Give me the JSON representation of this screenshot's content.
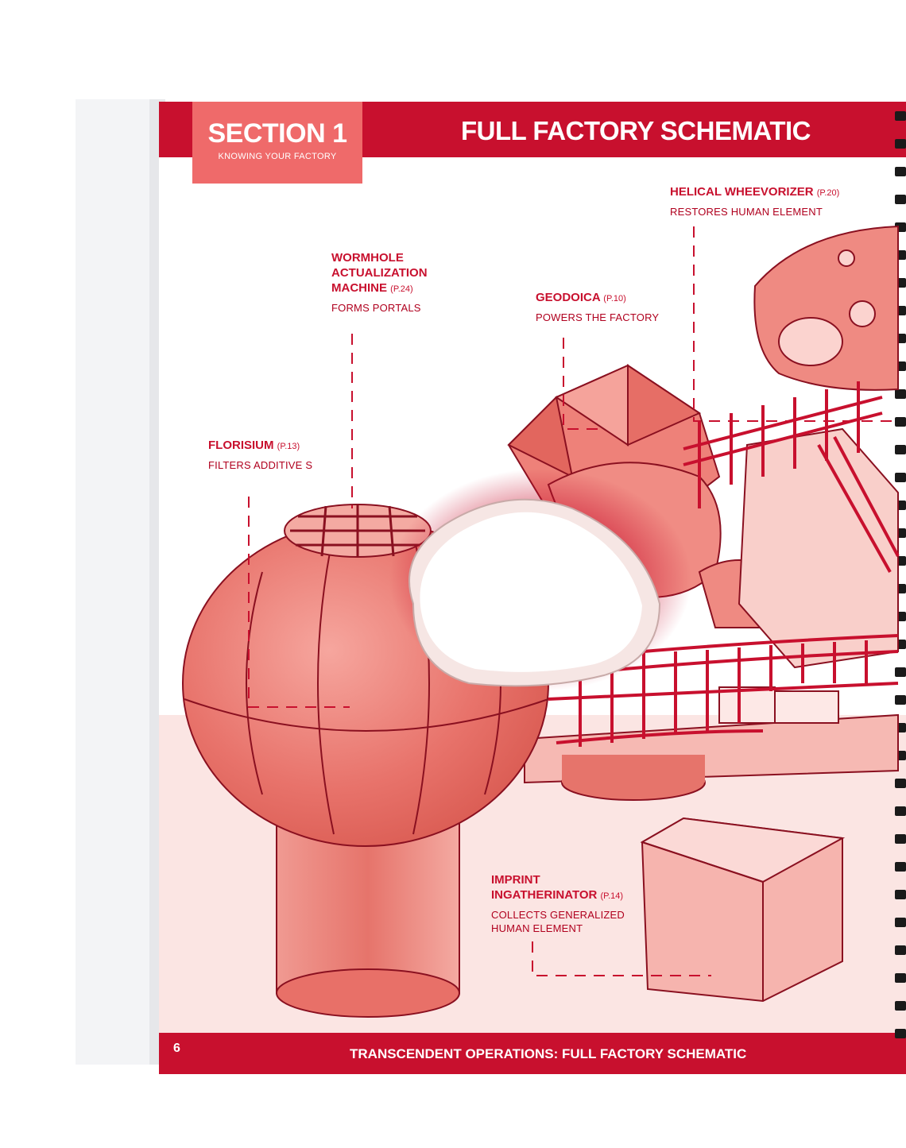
{
  "header": {
    "section_title": "SECTION 1",
    "section_subtitle": "KNOWING YOUR FACTORY",
    "page_title": "FULL FACTORY SCHEMATIC"
  },
  "footer": {
    "page_number": "6",
    "running_title": "TRANSCENDENT OPERATIONS: FULL FACTORY SCHEMATIC"
  },
  "callouts": [
    {
      "title_lines": [
        "HELICAL WHEEVORIZER"
      ],
      "page_ref": "(P.20)",
      "description_lines": [
        "RESTORES HUMAN ELEMENT"
      ]
    },
    {
      "title_lines": [
        "WORMHOLE",
        "ACTUALIZATION",
        "MACHINE"
      ],
      "page_ref": "(P.24)",
      "description_lines": [
        "FORMS PORTALS"
      ]
    },
    {
      "title_lines": [
        "GEODOICA"
      ],
      "page_ref": "(P.10)",
      "description_lines": [
        "POWERS THE FACTORY"
      ]
    },
    {
      "title_lines": [
        "FLORISIUM"
      ],
      "page_ref": "(P.13)",
      "description_lines": [
        "FILTERS ADDITIVE S"
      ]
    },
    {
      "title_lines": [
        "IMPRINT",
        "INGATHERINATOR"
      ],
      "page_ref": "(P.14)",
      "description_lines": [
        "COLLECTS GENERALIZED",
        "HUMAN ELEMENT"
      ]
    }
  ],
  "colors": {
    "brand_red": "#c8102e",
    "header_tab": "#ef6a6a",
    "illustration_fill": "#ec7a72",
    "background": "#ffffff"
  }
}
